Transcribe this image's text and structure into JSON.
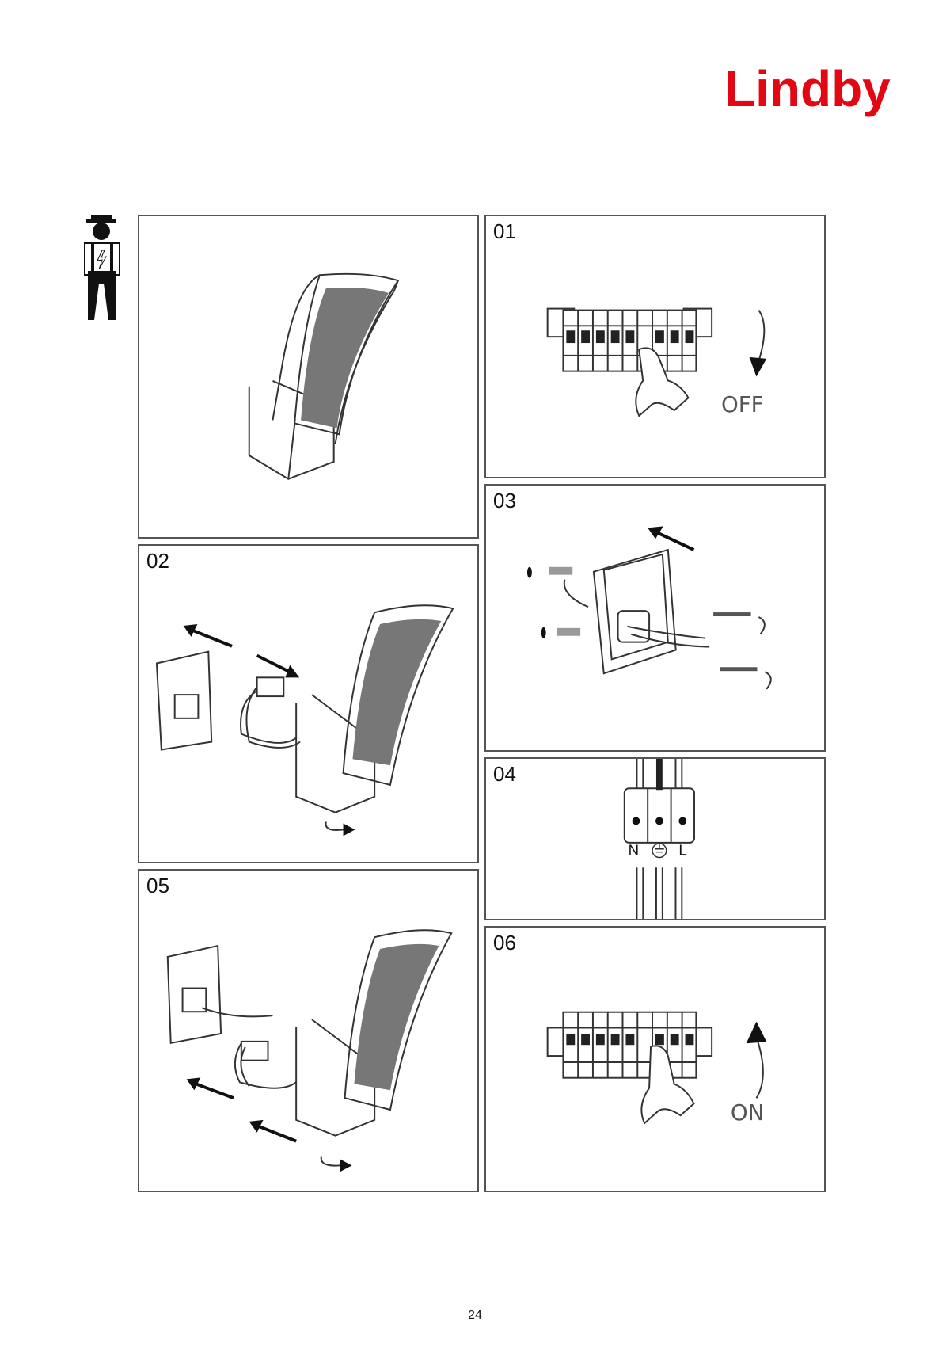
{
  "brand": {
    "name": "Lindby",
    "color": "#e30613"
  },
  "steps": [
    {
      "number": "01",
      "label": "OFF"
    },
    {
      "number": "02"
    },
    {
      "number": "03"
    },
    {
      "number": "04",
      "terminals": [
        "N",
        "L"
      ]
    },
    {
      "number": "05"
    },
    {
      "number": "06",
      "label": "ON"
    }
  ],
  "page_number": "24",
  "icons": [
    "electrician-icon",
    "lamp-illustration",
    "breaker-icon",
    "hand-icon",
    "screw-icon",
    "earth-symbol-icon",
    "arrow-icon"
  ]
}
